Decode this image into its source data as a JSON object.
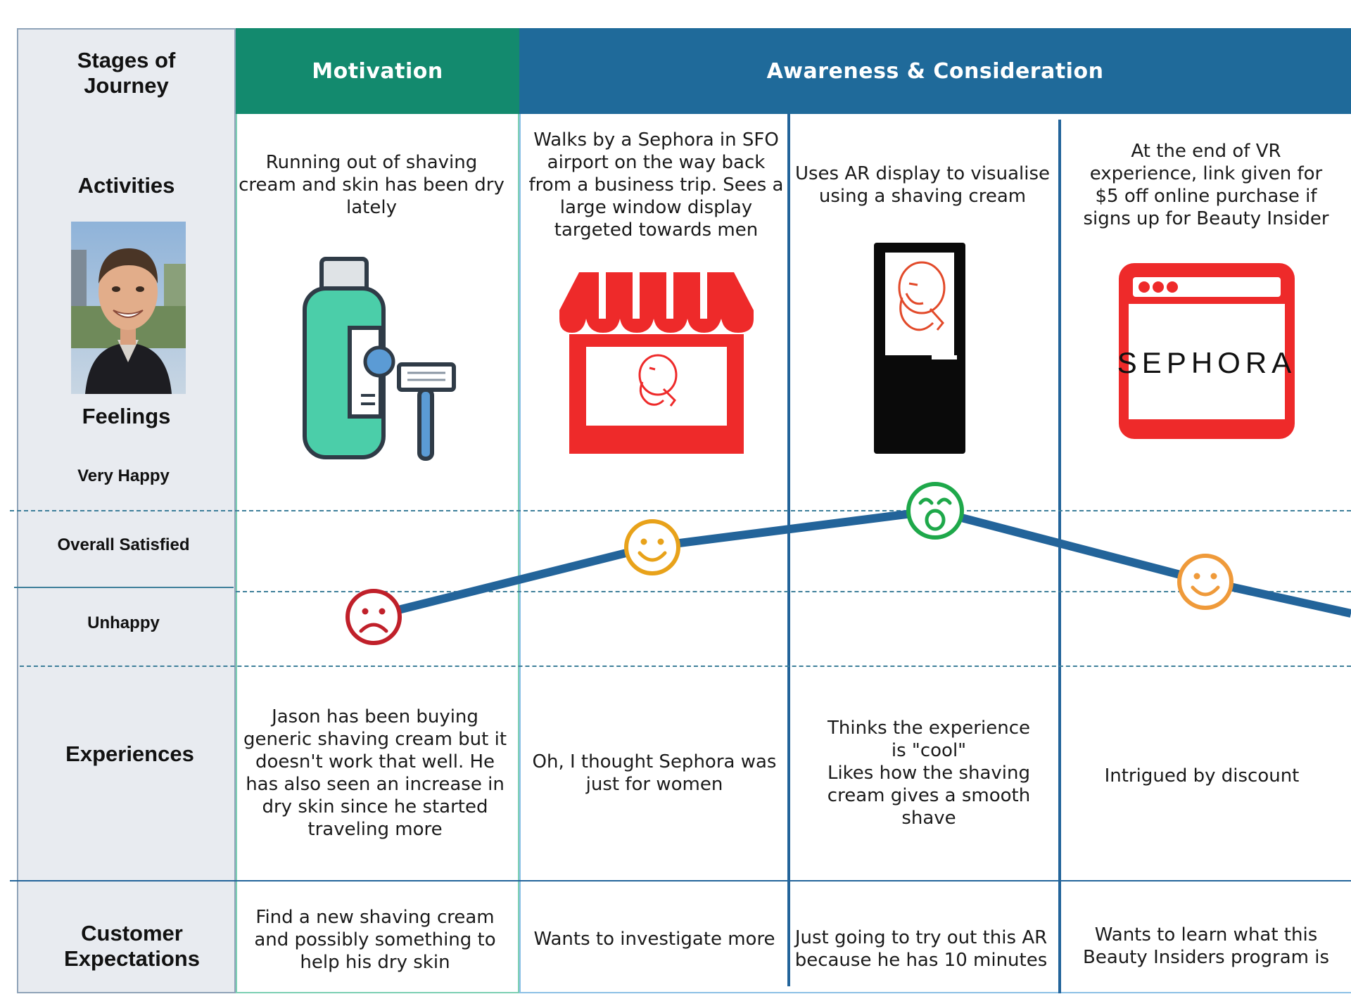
{
  "colors": {
    "sidebar_bg": "#e8ebf0",
    "motivation_header": "#138a6e",
    "awareness_header": "#1f6a9a",
    "journey_line": "#23649a",
    "dashed": "#3e7f9a",
    "sad_face": "#c0202a",
    "smile_face": "#e8a21a",
    "wow_face": "#1ea84a",
    "orange_face": "#ef9a3a",
    "sephora_red": "#ee2a2a"
  },
  "row_labels": {
    "stages": "Stages of\nJourney",
    "activities": "Activities",
    "feelings": "Feelings",
    "very_happy": "Very Happy",
    "overall_satisfied": "Overall Satisfied",
    "unhappy": "Unhappy",
    "experiences": "Experiences",
    "expectations": "Customer\nExpectations"
  },
  "stages": {
    "motivation": "Motivation",
    "awareness": "Awareness & Consideration"
  },
  "activities": [
    "Running out of shaving\ncream and skin has been dry\nlately",
    "Walks by a Sephora in SFO\nairport on the way back\nfrom a business trip. Sees a\nlarge window display\ntargeted towards men",
    "Uses AR display to visualise\nusing a shaving cream",
    "At the end of VR\nexperience, link given for\n$5 off online purchase if\nsigns up for Beauty Insider"
  ],
  "experiences": [
    "Jason has been buying\ngeneric shaving cream but it\ndoesn't work that well. He\nhas also seen an increase in\ndry skin since he started\ntraveling more",
    "Oh, I thought Sephora was\njust for women",
    "Thinks the experience\nis \"cool\"\nLikes how the shaving\ncream gives a smooth\nshave",
    "Intrigued by discount"
  ],
  "expectations": [
    "Find a new shaving cream\nand possibly something to\nhelp his dry skin",
    "Wants to investigate more",
    "Just going to try out this AR\nbecause he has 10 minutes",
    "Wants to learn what this\nBeauty Insiders program is"
  ],
  "icons": {
    "persona": "persona-photo",
    "stage1": "shaving-cream-razor-icon",
    "stage2": "storefront-icon",
    "stage3": "ar-kiosk-icon",
    "stage4": "sephora-browser-icon",
    "sephora_text": "SEPHORA"
  },
  "feelings_levels": [
    "Very Happy",
    "Overall Satisfied",
    "Unhappy"
  ],
  "feelings_per_stage": [
    "unhappy",
    "satisfied",
    "very-happy",
    "satisfied-declining"
  ]
}
